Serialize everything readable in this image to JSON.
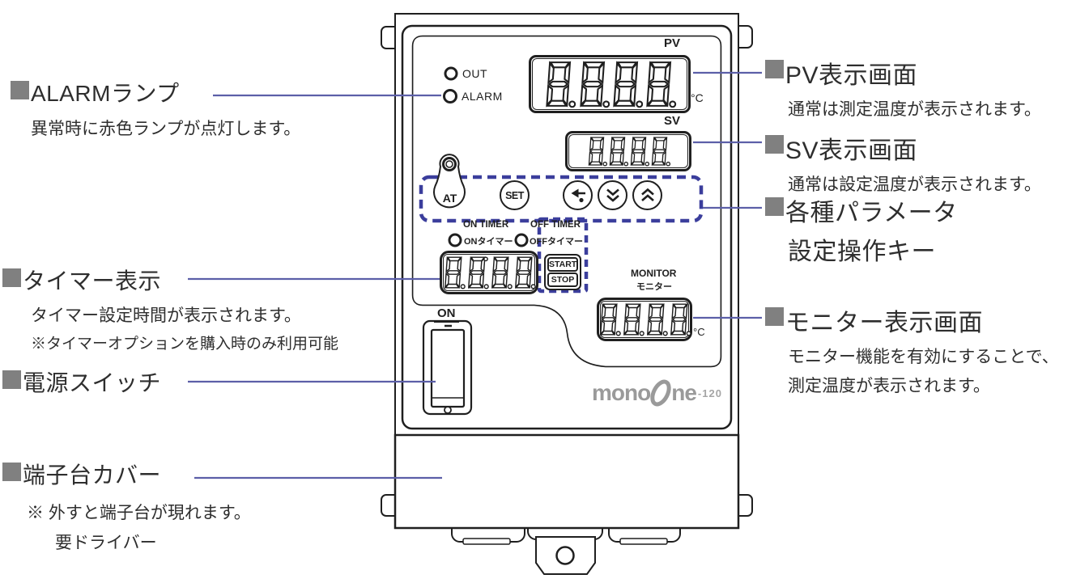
{
  "colors": {
    "leader_line": "#5c5fa8",
    "dashed_box": "#3b3e9c",
    "label_square": "#808080",
    "outline_black": "#1f1f1f",
    "logo_gray": "#9a9a9a"
  },
  "left_labels": {
    "alarm": {
      "heading": "ALARMランプ",
      "desc": "異常時に赤色ランプが点灯します。"
    },
    "timer": {
      "heading": "タイマー表示",
      "desc1": "タイマー設定時間が表示されます。",
      "desc2": "※タイマーオプションを購入時のみ利用可能"
    },
    "power": {
      "heading": "電源スイッチ"
    },
    "terminal": {
      "heading": "端子台カバー",
      "desc1": "※ 外すと端子台が現れます。",
      "desc2": "要ドライバー"
    }
  },
  "right_labels": {
    "pv": {
      "heading": "PV表示画面",
      "desc": "通常は測定温度が表示されます。"
    },
    "sv": {
      "heading": "SV表示画面",
      "desc": "通常は設定温度が表示されます。"
    },
    "keys": {
      "heading_line1": "各種パラメータ",
      "heading_line2": "設定操作キー"
    },
    "monitor": {
      "heading": "モニター表示画面",
      "desc1": "モニター機能を有効にすることで、",
      "desc2": "測定温度が表示されます。"
    }
  },
  "device": {
    "lamps": {
      "out": "OUT",
      "alarm": "ALARM"
    },
    "displays": {
      "pv": {
        "label": "PV",
        "unit": "°C"
      },
      "sv": {
        "label": "SV"
      },
      "monitor": {
        "label_en": "MONITOR",
        "label_jp": "モニター",
        "unit": "°C"
      }
    },
    "timer_lamps": {
      "on_en": "ON TIMER",
      "on_jp": "ONタイマー",
      "off_en": "OFF TIMER",
      "off_jp": "OFFタイマー"
    },
    "buttons": {
      "at": "AT",
      "set": "SET",
      "start": "START",
      "stop": "STOP"
    },
    "power_switch": {
      "label": "ON"
    },
    "logo": {
      "part1": "mono",
      "part2": "ne",
      "suffix": "-120"
    },
    "icons": {
      "shift_key": "left-arrow-with-dot",
      "down_key": "double-chevron-down",
      "up_key": "double-chevron-up",
      "at_lamp": "lamp-ring",
      "logo_o": "slanted-ellipse-o"
    }
  }
}
